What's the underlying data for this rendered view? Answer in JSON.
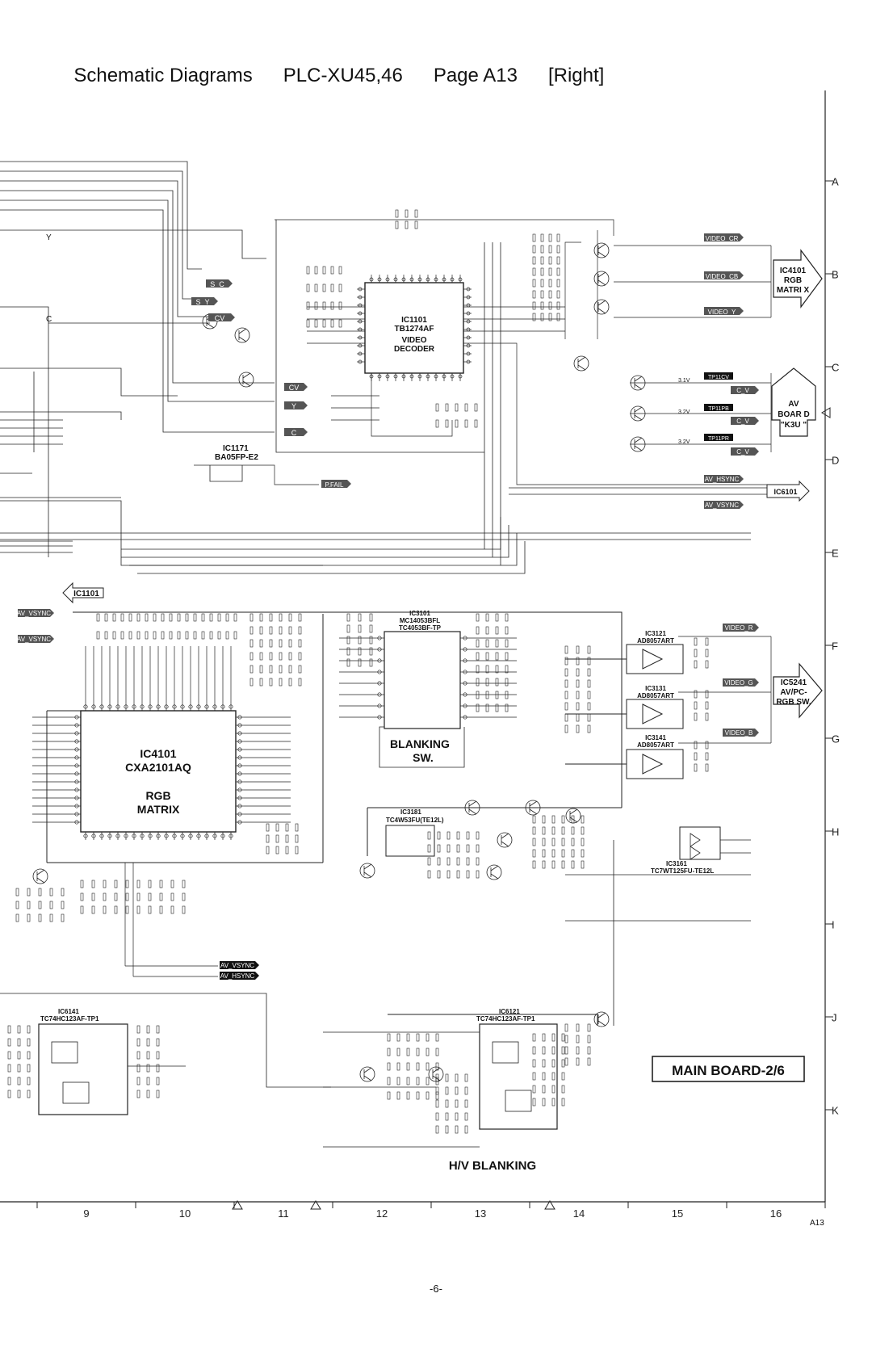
{
  "header": {
    "title": "Schematic Diagrams",
    "model": "PLC-XU45,46",
    "page": "Page A13",
    "side": "[Right]"
  },
  "grid": {
    "rows": [
      "A",
      "B",
      "C",
      "D",
      "E",
      "F",
      "G",
      "H",
      "I",
      "J",
      "K"
    ],
    "cols": [
      "9",
      "10",
      "11",
      "12",
      "13",
      "14",
      "15",
      "16"
    ]
  },
  "ics": [
    {
      "ref": "IC1101",
      "part": "TB1274AF",
      "func1": "VIDEO",
      "func2": "DECODER"
    },
    {
      "ref": "IC1171",
      "part": "BA05FP-E2"
    },
    {
      "ref": "IC4101",
      "part": "CXA2101AQ",
      "func1": "RGB",
      "func2": "MATRIX"
    },
    {
      "ref": "IC3101",
      "part": "MC14053BFL",
      "part2": "TC4053BF-TP",
      "func1": "BLANKING",
      "func2": "SW."
    },
    {
      "ref": "IC3121",
      "part": "AD8057ART"
    },
    {
      "ref": "IC3131",
      "part": "AD8057ART"
    },
    {
      "ref": "IC3141",
      "part": "AD8057ART"
    },
    {
      "ref": "IC3181",
      "part": "TC4W53FU(TE12L)"
    },
    {
      "ref": "IC3161",
      "part": "TC7WT125FU-TE12L"
    },
    {
      "ref": "IC6141",
      "part": "TC74HC123AF-TP1"
    },
    {
      "ref": "IC6121",
      "part": "TC74HC123AF-TP1"
    }
  ],
  "connectors": {
    "ic4101_rgb": {
      "ref": "IC4101",
      "line1": "RGB",
      "line2": "MATRI X"
    },
    "av_board": {
      "line1": "AV",
      "line2": "BOAR D",
      "line3": "\"K3U \""
    },
    "ic5241": {
      "ref": "IC5241",
      "line1": "AV/PC-",
      "line2": "RGB SW."
    },
    "ic6101": "IC6101",
    "ic1101_left": "IC1101"
  },
  "signal_tags": {
    "video_cr": "VIDEO_CR",
    "video_cb": "VIDEO_CB",
    "video_y": "VIDEO_Y",
    "tp11cv": "TP11CV",
    "tp11pb": "TP11PB",
    "tp11pr": "TP11PR",
    "cv_out": "C_V",
    "av_hsync": "AV_HSYNC",
    "av_vsync": "AV_VSYNC",
    "sc": "S_C",
    "sy": "S_Y",
    "cv": "CV",
    "y": "Y",
    "c": "C",
    "pfail": "P.FAIL",
    "video_r": "VIDEO_R",
    "video_g": "VIDEO_G",
    "video_b": "VIDEO_B"
  },
  "labels": {
    "y_line": "Y",
    "c_line": "C",
    "v32": "3.2V",
    "v31": "3.1V"
  },
  "sections": {
    "main_board": "MAIN BOARD-2/6",
    "hv_blanking": "H/V BLANKING"
  },
  "footer": {
    "page_num": "-6-",
    "page_id": "A13"
  }
}
